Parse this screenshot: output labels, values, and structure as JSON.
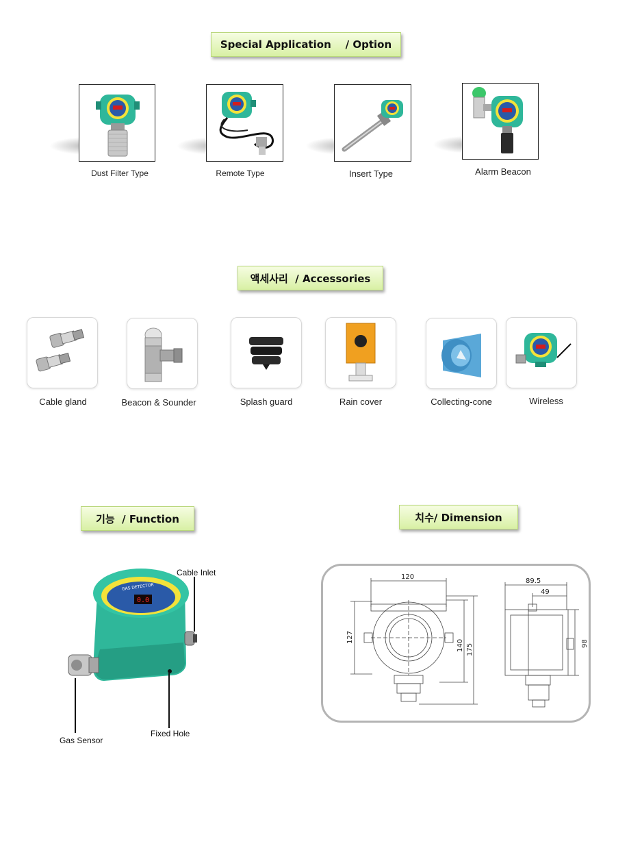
{
  "sections": {
    "special": {
      "title": "Special Application    / Option"
    },
    "accessories": {
      "title": "액세사리  / Accessories"
    },
    "function": {
      "title": "기능  / Function"
    },
    "dimension": {
      "title": "치수/ Dimension"
    }
  },
  "special_items": [
    {
      "caption": "Dust Filter Type"
    },
    {
      "caption": "Remote Type"
    },
    {
      "caption": "Insert Type"
    },
    {
      "caption": "Alarm Beacon"
    }
  ],
  "accessory_items": [
    {
      "caption": "Cable gland"
    },
    {
      "caption": "Beacon & Sounder"
    },
    {
      "caption": "Splash guard"
    },
    {
      "caption": "Rain cover"
    },
    {
      "caption": "Collecting-cone"
    },
    {
      "caption": "Wireless"
    }
  ],
  "function_labels": {
    "cable_inlet": "Cable Inlet",
    "gas_sensor": "Gas Sensor",
    "fixed_hole": "Fixed Hole"
  },
  "device_text": {
    "band_top": "GAS DETECTOR",
    "display": "0.0"
  },
  "dimension_values": {
    "width_120": "120",
    "height_127": "127",
    "height_140": "140",
    "height_175": "175",
    "depth_89_5": "89.5",
    "depth_49": "49",
    "height_98": "98"
  },
  "colors": {
    "device_teal": "#2fb79a",
    "device_teal_dark": "#1f8e77",
    "band_yellow": "#f3e23a",
    "panel_blue": "#2a5aa8",
    "heading_green": "#d8f0a4",
    "cover_orange": "#f0a020",
    "cone_blue": "#5aa8d8"
  }
}
